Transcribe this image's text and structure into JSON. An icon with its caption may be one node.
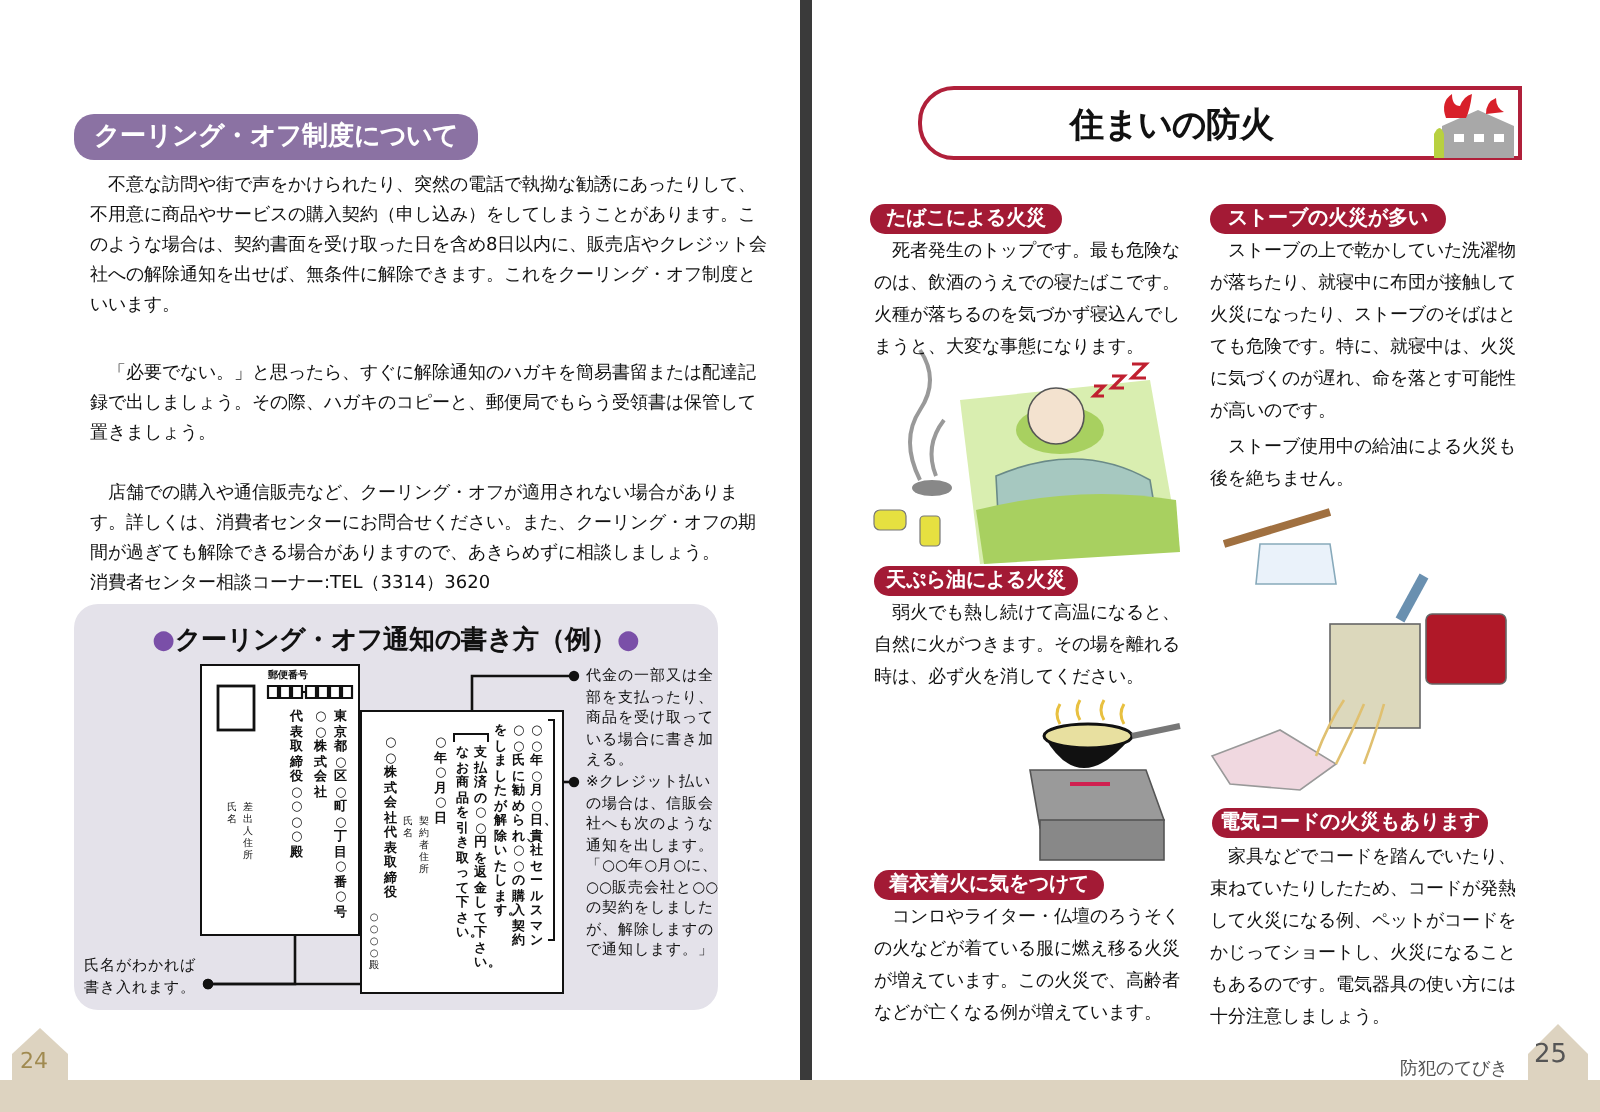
{
  "diagram": {
    "nodes": [
      {
        "text": [
          "クーリング・オフ制度について"
        ]
      },
      {
        "text": [
          "●クーリング・オフ通知の書き方（例）●"
        ]
      },
      {
        "text": [
          "郵便番号",
          "東京都○区○町○丁目○番○号",
          "○○株式会社",
          "代表取締役○○○○殿",
          "差出人住所",
          "氏名"
        ],
        "in": 1
      },
      {
        "text": [
          "○○年○月○日、貴社セールスマン",
          "○○氏に勧められ、○○の購入契約",
          "をしましたが解除いたします。",
          "支払済の○○円を返金して下さい。",
          "なお商品を引き取って下さい。",
          "○年○月○日",
          "契約者住所",
          "氏名",
          "○○株式会社代表取締役",
          "○○○○殿"
        ],
        "in": 1
      },
      {
        "text": [
          "代金の一部又は全部を支払ったり、商品を受け取っている場合に書き加える。"
        ],
        "in": 1
      },
      {
        "text": [
          "※クレジット払いの場合は、信販会社へも次のような通知を出します。「○○年○月○に、○○販売会社と○○の契約をしましたが、解除しますので通知します。」"
        ],
        "in": 1
      },
      {
        "text": [
          "氏名がわかれば書き入れます。"
        ],
        "in": 1
      },
      {
        "text": [
          "住まいの防火"
        ]
      },
      {
        "text": [
          "たばこによる火災"
        ]
      },
      {
        "text": [
          "ストーブの火災が多い"
        ]
      },
      {
        "text": [
          "天ぷら油による火災"
        ]
      },
      {
        "text": [
          "電気コードの火災もあります"
        ]
      },
      {
        "text": [
          "着衣着火に気をつけて"
        ]
      }
    ],
    "edges": [
      {
        "from": 4,
        "to": 3,
        "arrow": "other"
      },
      {
        "from": 5,
        "to": 3,
        "arrow": "other"
      },
      {
        "from": 6,
        "to": 2,
        "arrow": "other"
      },
      {
        "from": 6,
        "to": 3,
        "arrow": "other"
      }
    ],
    "labels": [
      "不意な訪問や街で声をかけられたり、突然の電話で執拗な勧誘にあったりして、不用意に商品やサービスの購入契約（申し込み）をしてしまうことがあります。このような場合は、契約書面を受け取った日を含め8日以内に、販売店やクレジット会社への解除通知を出せば、無条件に解除できます。これをクーリング・オフ制度といいます。",
      "「必要でない。」と思ったら、すぐに解除通知のハガキを簡易書留または配達記録で出しましょう。その際、ハガキのコピーと、郵便局でもらう受領書は保管して置きましょう。",
      "店舗での購入や通信販売など、クーリング・オフが適用されない場合があります。詳しくは、消費者センターにお問合せください。また、クーリング・オフの期間が過ぎても解除できる場合がありますので、あきらめずに相談しましょう。",
      "消費者センター相談コーナー:TEL（3314）3620",
      "24",
      "死者発生のトップです。最も危険なのは、飲酒のうえでの寝たばこです。火種が落ちるのを気づかず寝込んでしまうと、大変な事態になります。",
      "ストーブの上で乾かしていた洗濯物が落ちたり、就寝中に布団が接触して火災になったり、ストーブのそばはとても危険です。特に、就寝中は、火災に気づくのが遅れ、命を落とす可能性が高いのです。",
      "ストーブ使用中の給油による火災も後を絶ちません。",
      "弱火でも熱し続けて高温になると、自然に火がつきます。その場を離れる時は、必ず火を消してください。",
      "家具などでコードを踏んでいたり、束ねていたりしたため、コードが発熱して火災になる例、ペットがコードをかじってショートし、火災になることもあるのです。電気器具の使い方には十分注意しましょう。",
      "コンロやライター・仏壇のろうそくの火などが着ている服に燃え移る火災が増えています。この火災で、高齢者などが亡くなる例が増えています。",
      "防犯のてびき",
      "25"
    ]
  }
}
